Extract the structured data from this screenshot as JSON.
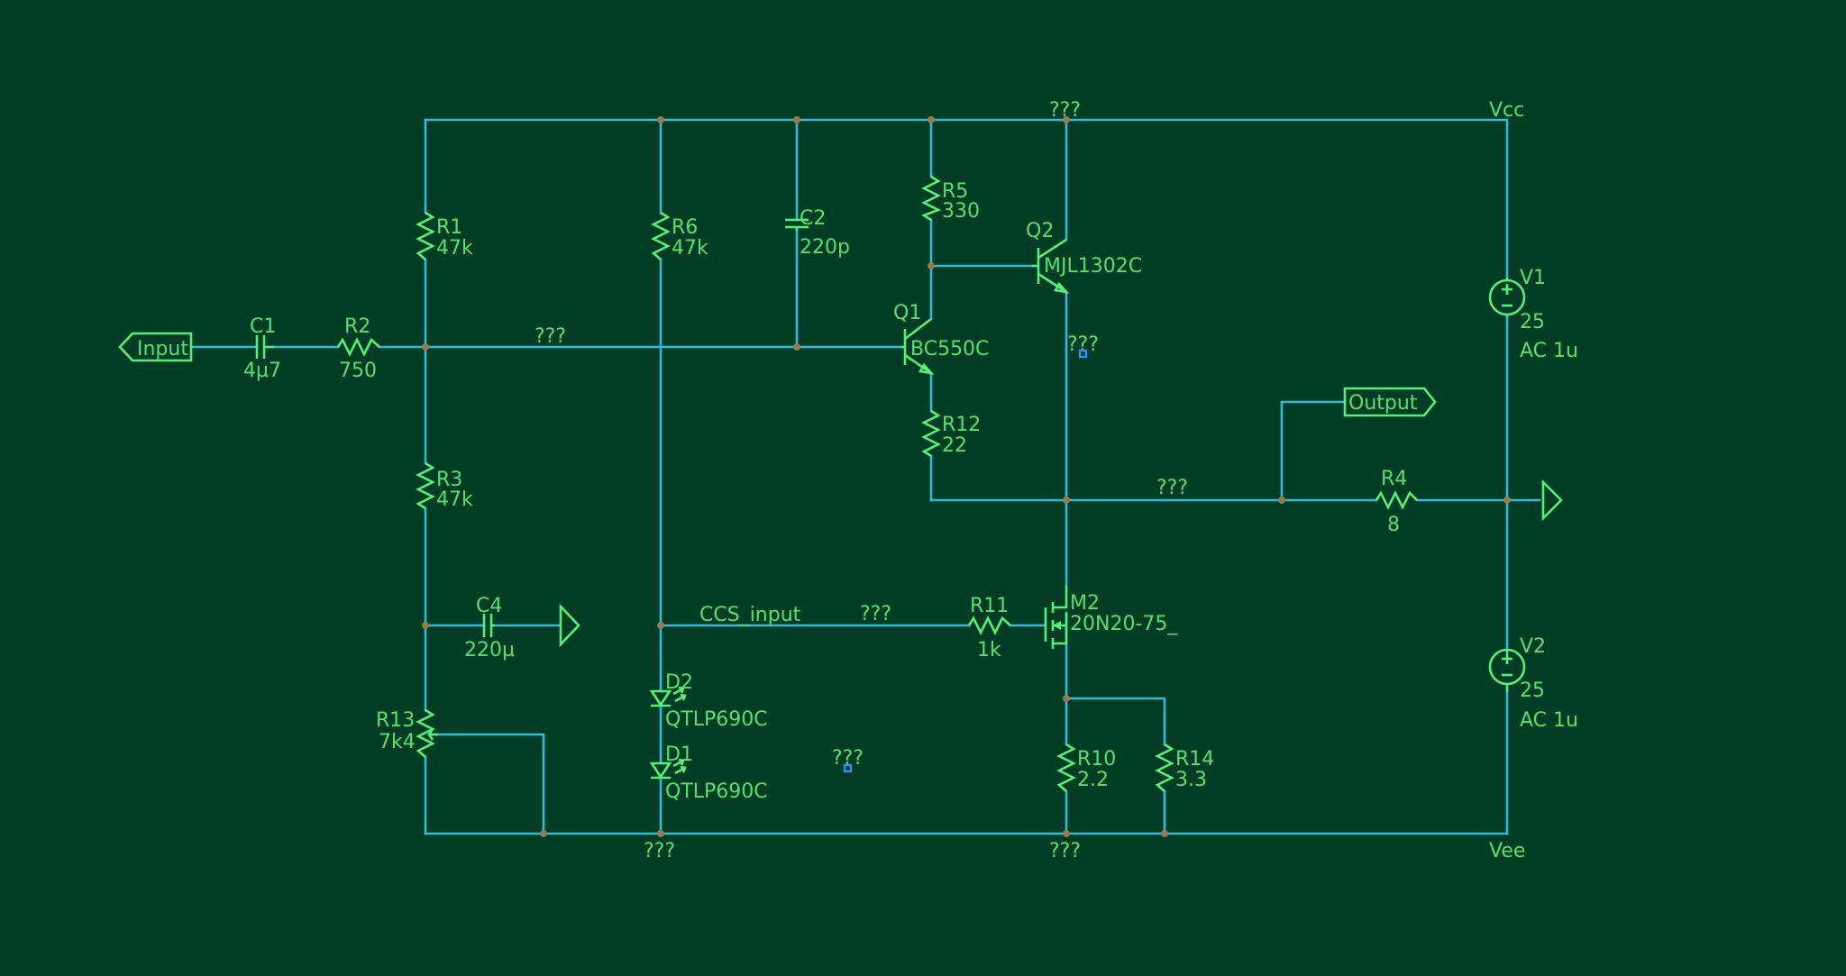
{
  "rails": {
    "vcc": "Vcc",
    "vee": "Vee"
  },
  "ports": {
    "input": "Input",
    "output": "Output"
  },
  "nets": {
    "ccs_input": "CCS_input",
    "unknown": "???"
  },
  "components": {
    "c1": {
      "ref": "C1",
      "value": "4µ7"
    },
    "r2": {
      "ref": "R2",
      "value": "750"
    },
    "r1": {
      "ref": "R1",
      "value": "47k"
    },
    "r3": {
      "ref": "R3",
      "value": "47k"
    },
    "c4": {
      "ref": "C4",
      "value": "220µ"
    },
    "r13": {
      "ref": "R13",
      "value": "7k4"
    },
    "r6": {
      "ref": "R6",
      "value": "47k"
    },
    "c2": {
      "ref": "C2",
      "value": "220p"
    },
    "d2": {
      "ref": "D2",
      "value": "QTLP690C"
    },
    "d1": {
      "ref": "D1",
      "value": "QTLP690C"
    },
    "r5": {
      "ref": "R5",
      "value": "330"
    },
    "q1": {
      "ref": "Q1",
      "value": "BC550C"
    },
    "q2": {
      "ref": "Q2",
      "value": "MJL1302C"
    },
    "r12": {
      "ref": "R12",
      "value": "22"
    },
    "r11": {
      "ref": "R11",
      "value": "1k"
    },
    "m2": {
      "ref": "M2",
      "value": "20N20-75_"
    },
    "r10": {
      "ref": "R10",
      "value": "2.2"
    },
    "r14": {
      "ref": "R14",
      "value": "3.3"
    },
    "r4": {
      "ref": "R4",
      "value": "8"
    },
    "v1": {
      "ref": "V1",
      "value": "25",
      "ac": "AC 1u"
    },
    "v2": {
      "ref": "V2",
      "value": "25",
      "ac": "AC 1u"
    }
  },
  "colors": {
    "background": "#003d24",
    "wire": "#33bbd9",
    "symbol": "#55f07a",
    "text": "#55e070",
    "junction": "#9a7a4a",
    "marker": "#2e8fff"
  }
}
